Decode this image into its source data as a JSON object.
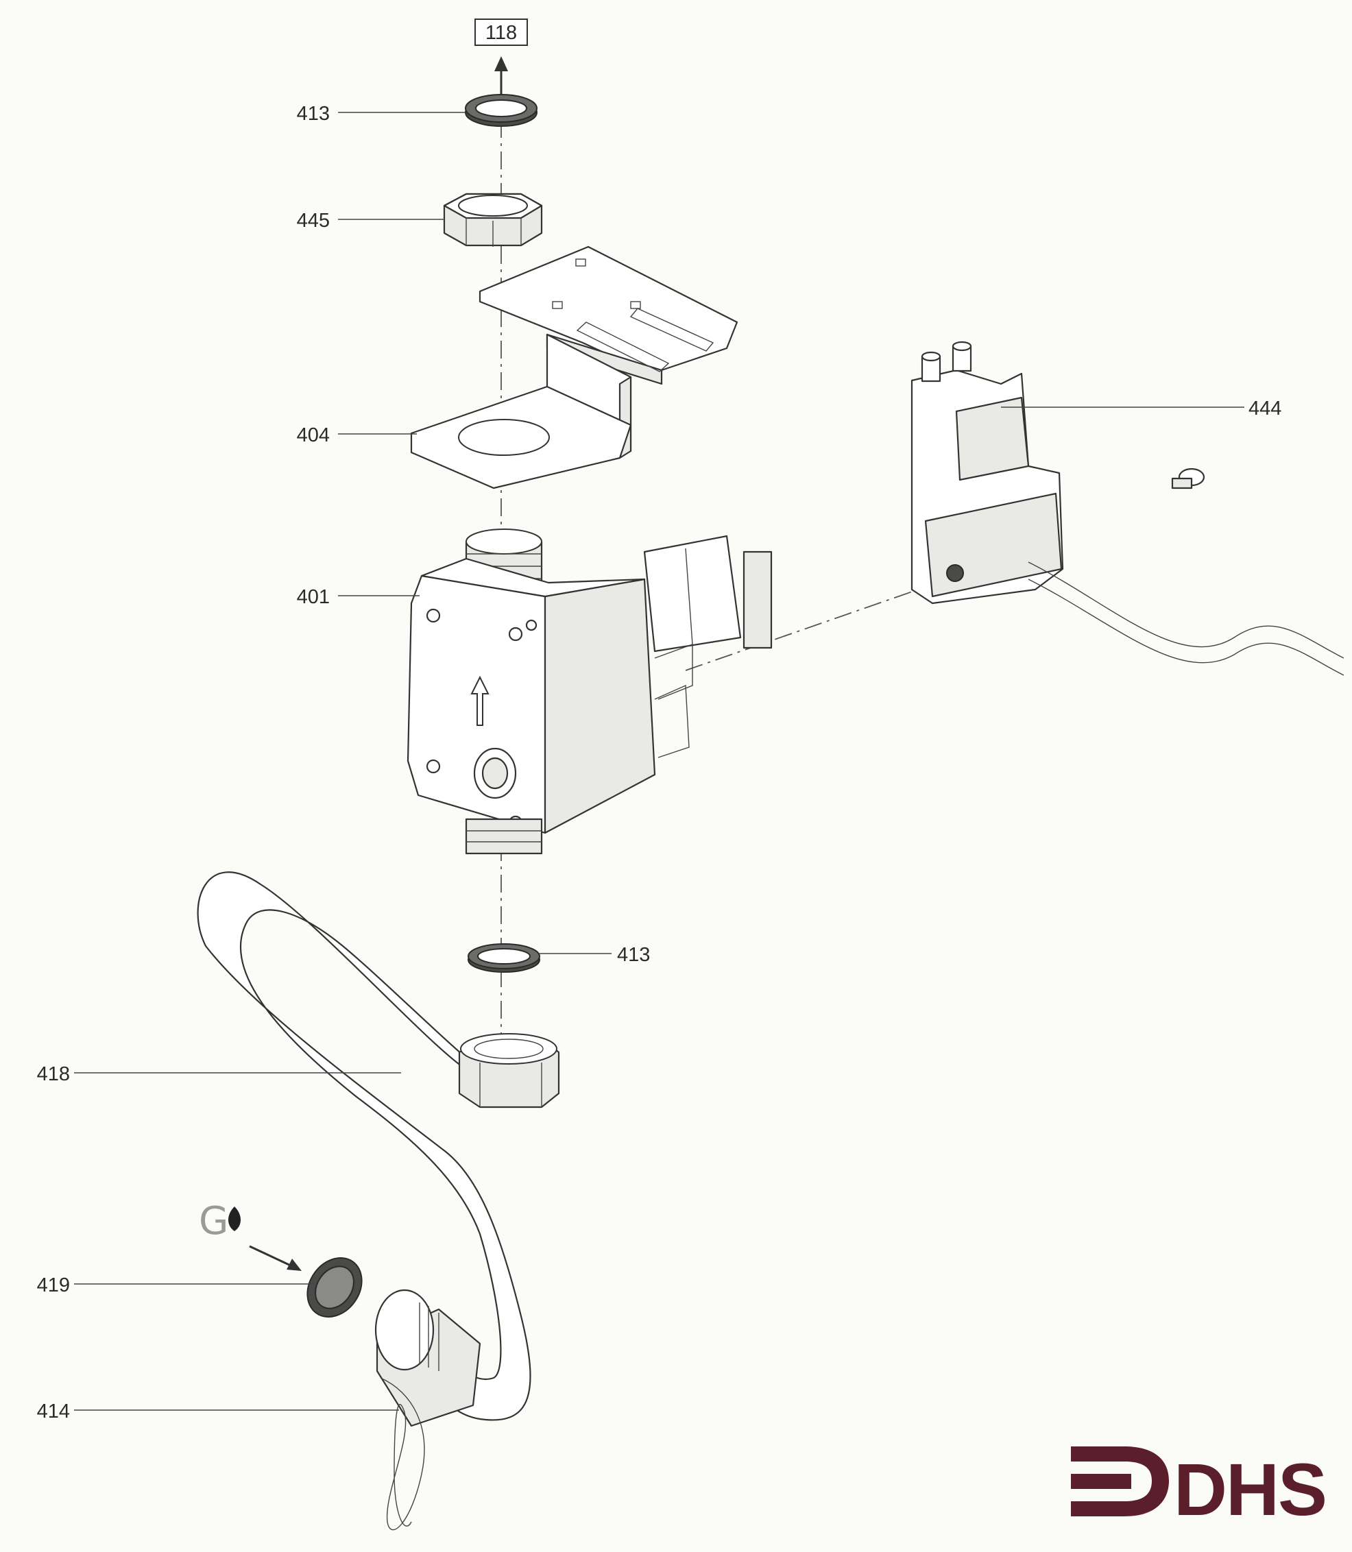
{
  "ref_box": "118",
  "callouts": {
    "c413_top": "413",
    "c445": "445",
    "c404": "404",
    "c401": "401",
    "c444": "444",
    "c413_bottom": "413",
    "c418": "418",
    "c419": "419",
    "c414": "414"
  },
  "gas_symbol": "G",
  "logo_text": "DHS",
  "colors": {
    "logo": "#5a1f2a",
    "line": "#333333",
    "background": "#fbfbf8"
  }
}
